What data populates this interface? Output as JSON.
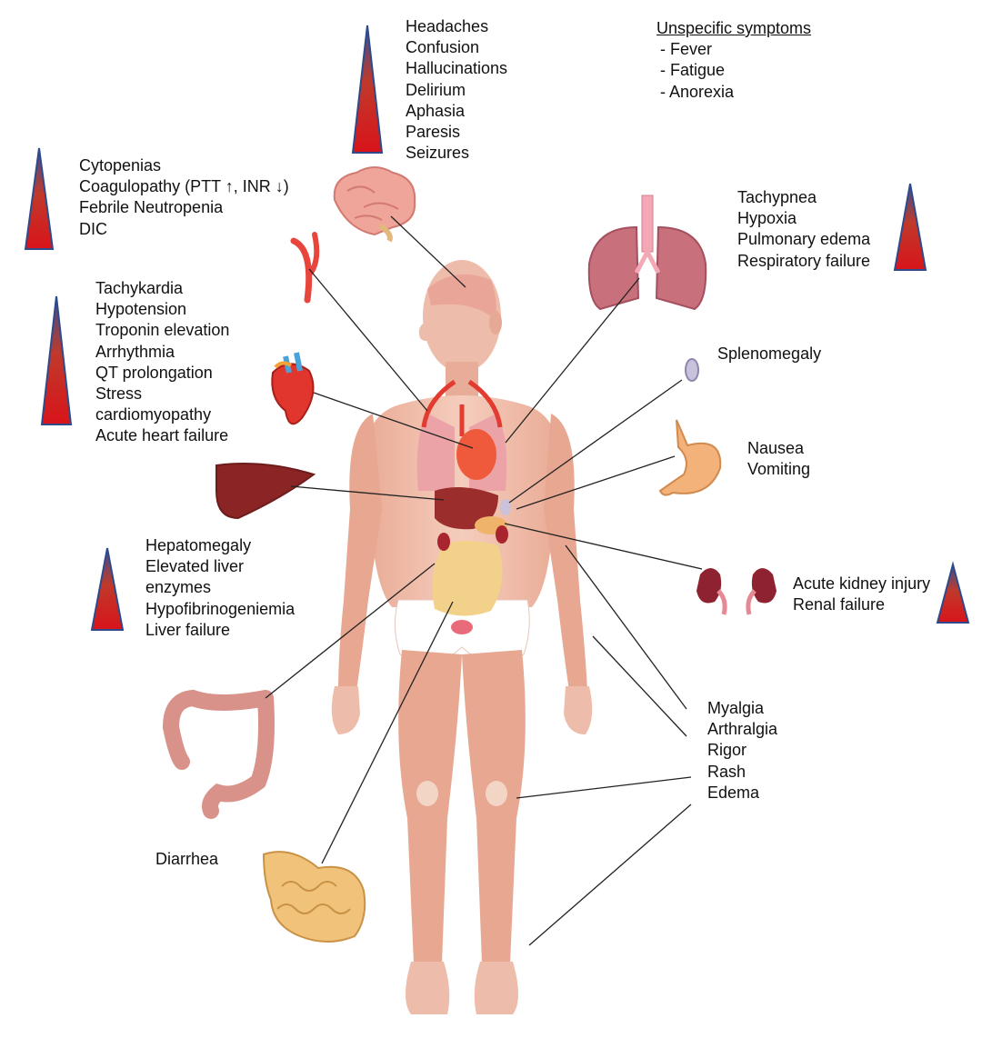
{
  "unspecific": {
    "title": "Unspecific symptoms",
    "items": [
      "-  Fever",
      "-  Fatigue",
      "-  Anorexia"
    ]
  },
  "neuro": [
    "Headaches",
    "Confusion",
    "Hallucinations",
    "Delirium",
    "Aphasia",
    "Paresis",
    "Seizures"
  ],
  "hematologic": [
    "Cytopenias",
    "Coagulopathy (PTT ↑, INR ↓)",
    "Febrile Neutropenia",
    "DIC"
  ],
  "pulmonary": [
    "Tachypnea",
    "Hypoxia",
    "Pulmonary edema",
    "Respiratory failure"
  ],
  "cardiac": [
    "Tachykardia",
    "Hypotension",
    "Troponin elevation",
    "Arrhythmia",
    "QT prolongation",
    "Stress",
    "cardiomyopathy",
    "Acute heart failure"
  ],
  "spleen": [
    "Splenomegaly"
  ],
  "gastric": [
    "Nausea",
    "Vomiting"
  ],
  "hepatic": [
    "Hepatomegaly",
    "Elevated liver",
    "enzymes",
    "Hypofibrinogeniemia",
    "Liver failure"
  ],
  "renal": [
    "Acute kidney injury",
    "Renal failure"
  ],
  "musculoskeletal": [
    "Myalgia",
    "Arthralgia",
    "Rigor",
    "Rash",
    "Edema"
  ],
  "intestinal": [
    "Diarrhea"
  ],
  "colors": {
    "severity_top": "#2e4a8a",
    "severity_bottom": "#d8141a",
    "skin": "#f2c2ae",
    "muscle": "#e7a48d",
    "organ_red": "#e8453c",
    "liver": "#8b2424",
    "lung": "#c9707d",
    "gut": "#f2d28a",
    "kidney": "#8f2230",
    "brain": "#f0a59a",
    "stomach": "#f3b27a",
    "line": "#222222"
  }
}
